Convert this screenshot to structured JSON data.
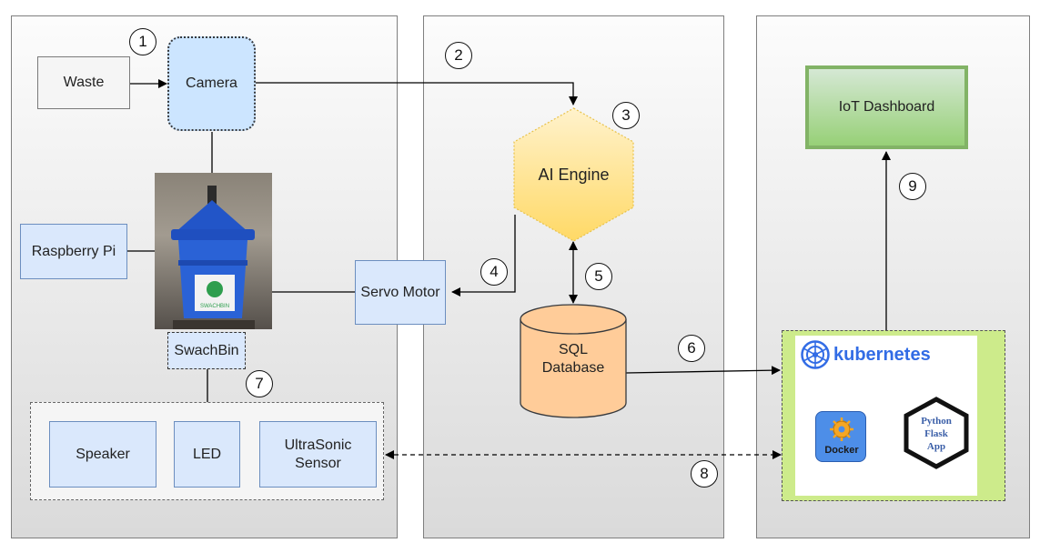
{
  "nodes": {
    "waste": "Waste",
    "camera": "Camera",
    "ai_engine": "AI Engine",
    "iot_dashboard": "IoT Dashboard",
    "raspberry_pi": "Raspberry Pi",
    "servo_motor": "Servo Motor",
    "swachbin": "SwachBin",
    "sql_database_line1": "SQL",
    "sql_database_line2": "Database",
    "speaker": "Speaker",
    "led": "LED",
    "ultrasonic_line1": "UltraSonic",
    "ultrasonic_line2": "Sensor"
  },
  "bin_photo": {
    "label": "SWACHBIN"
  },
  "platform": {
    "kubernetes": "kubernetes",
    "docker": "Docker",
    "flask_line1": "Python",
    "flask_line2": "Flask",
    "flask_line3": "App"
  },
  "steps": [
    "1",
    "2",
    "3",
    "4",
    "5",
    "6",
    "7",
    "8",
    "9"
  ],
  "colors": {
    "panel_border": "#7f7f7f",
    "blue_fill": "#dae8fc",
    "blue_border": "#6c8ebf",
    "ai_fill_top": "#fff2cc",
    "ai_fill_bottom": "#ffd966",
    "db_fill": "#ffcc99",
    "db_border": "#36393d",
    "iot_fill": "#a9d18e",
    "iot_border": "#82b366",
    "k8s_panel": "#cdeb8b",
    "k8s_blue": "#326ce5"
  },
  "icons": [
    "kubernetes-icon",
    "docker-icon",
    "camera-photo-of-bin"
  ]
}
